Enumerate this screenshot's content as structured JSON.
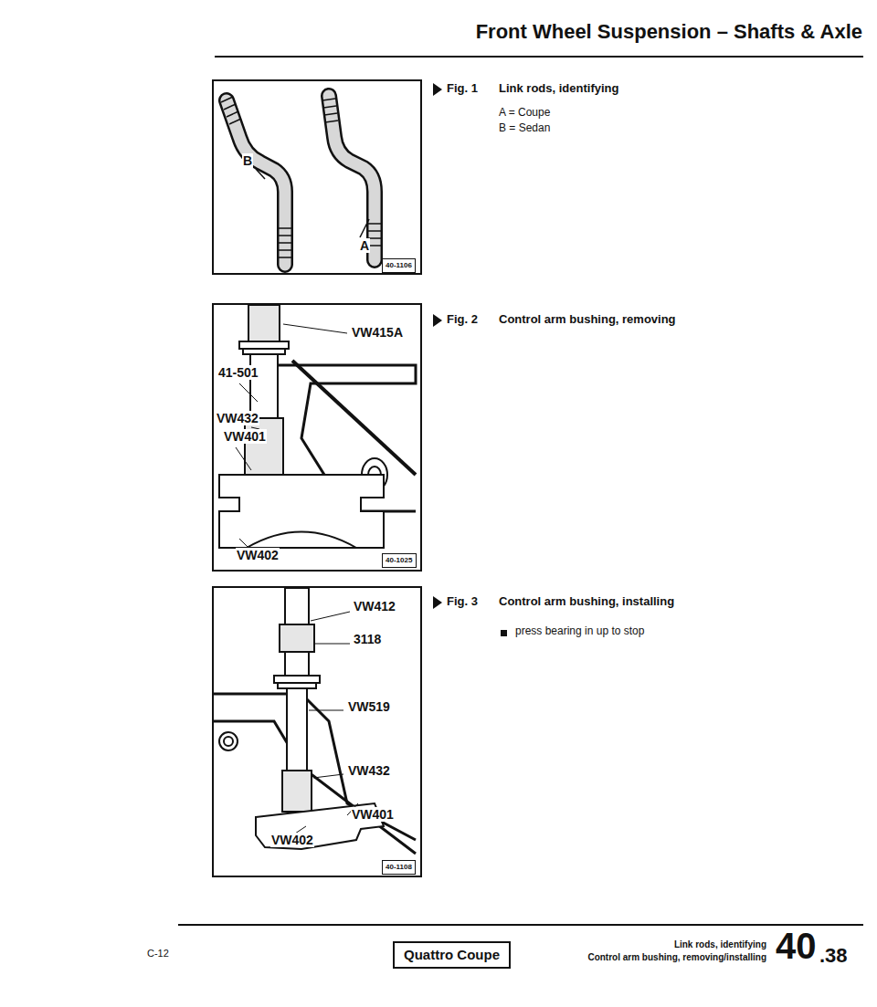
{
  "diagram": {
    "title": "Front Wheel Suspension – Shafts & Axle",
    "nodes": [
      {
        "text": [
          "40-1106"
        ]
      },
      {
        "text": [
          "40-1025"
        ]
      },
      {
        "text": [
          "40-1108"
        ]
      },
      {
        "text": [
          "Quattro Coupe"
        ]
      }
    ],
    "labels": [
      "B",
      "A",
      "Fig. 1",
      "Link rods, identifying",
      "A = Coupe",
      "B = Sedan",
      "VW415A",
      "41-501",
      "VW432",
      "VW401",
      "VW402",
      "Fig. 2",
      "Control arm bushing, removing",
      "VW412",
      "3118",
      "VW519",
      "VW432",
      "VW401",
      "VW402",
      "Fig. 3",
      "Control arm bushing, installing",
      "press bearing in up to stop",
      "C-12",
      "Link rods, identifying",
      "Control arm bushing, removing/installing",
      "40",
      ".38"
    ]
  }
}
